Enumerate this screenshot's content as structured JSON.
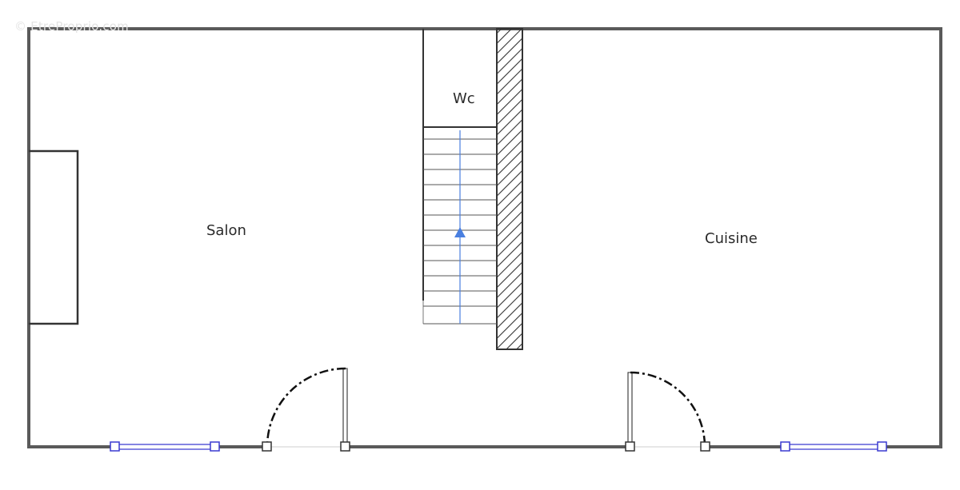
{
  "watermark": "© EtreProprio.com",
  "rooms": {
    "salon": "Salon",
    "cuisine": "Cuisine",
    "wc": "Wc"
  },
  "colors": {
    "wall": "#5a5a5a",
    "thin_line": "#333333",
    "window": "#3a3ad0",
    "stair_arrow": "#4a7fe0",
    "hatch": "#333333"
  }
}
